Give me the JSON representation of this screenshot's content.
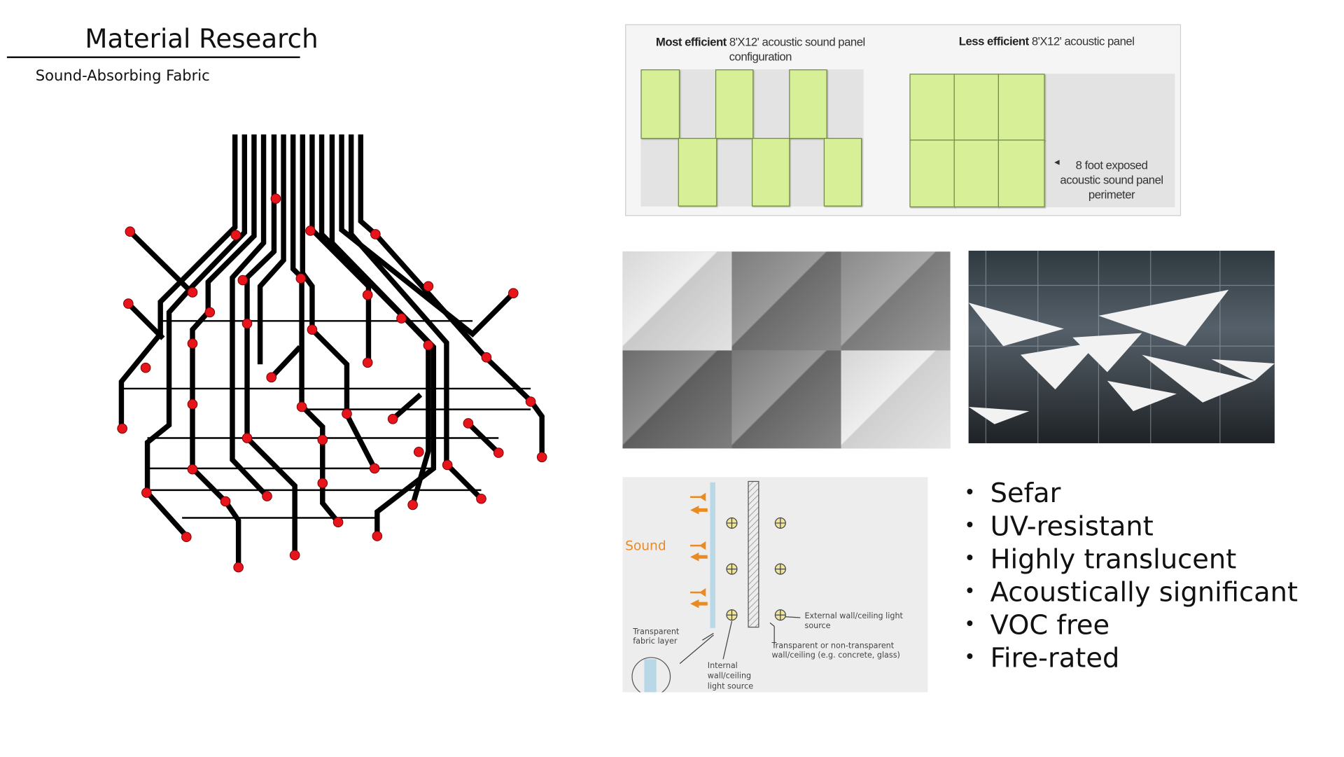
{
  "header": {
    "title": "Material Research",
    "subtitle": "Sound-Absorbing Fabric"
  },
  "panel_diagram": {
    "left_caption_bold": "Most efficient",
    "left_caption_rest": " 8'X12' acoustic sound panel configuration",
    "right_caption_bold": "Less efficient",
    "right_caption_rest": " 8'X12' acoustic panel",
    "note": "8 foot exposed acoustic sound panel perimeter",
    "colors": {
      "panel": "#d7ef97",
      "background": "#e3e3e3"
    }
  },
  "sound_diagram": {
    "sound_label": "Sound",
    "fabric_label": "Transparent fabric layer",
    "internal_light_label": "Internal wall/ceiling light source",
    "wall_label": "Transparent or non-transparent wall/ceiling (e.g. concrete, glass)",
    "external_light_label": "External wall/ceiling light source"
  },
  "bullets": [
    "Sefar",
    "UV-resistant",
    "Highly translucent",
    "Acoustically significant",
    "VOC free",
    "Fire-rated"
  ]
}
